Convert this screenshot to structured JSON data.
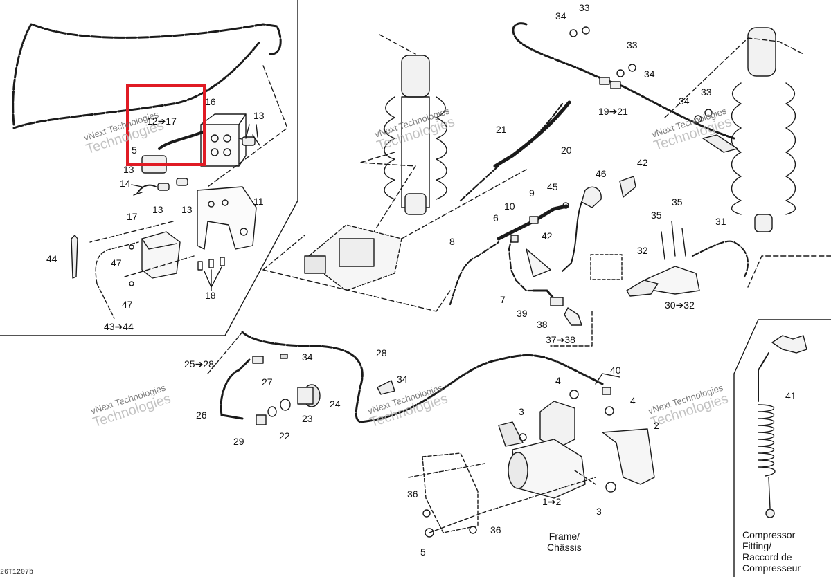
{
  "labels": {
    "l12to17": "12➔17",
    "l16": "16",
    "l5a": "5",
    "l13a": "13",
    "l13b": "13",
    "l13c": "13",
    "l13d": "13",
    "l14": "14",
    "l17": "17",
    "l11": "11",
    "l44": "44",
    "l47a": "47",
    "l47b": "47",
    "l18": "18",
    "l43to44": "43➔44",
    "l34a": "34",
    "l33a": "33",
    "l33b": "33",
    "l34b": "34",
    "l34c": "34",
    "l33c": "33",
    "l19to21": "19➔21",
    "l21": "21",
    "l20": "20",
    "l46": "46",
    "l42a": "42",
    "l9": "9",
    "l45": "45",
    "l10": "10",
    "l6": "6",
    "l8": "8",
    "l42b": "42",
    "l35a": "35",
    "l35b": "35",
    "l31": "31",
    "l32": "32",
    "l30to32": "30➔32",
    "l7": "7",
    "l39": "39",
    "l38": "38",
    "l37to38": "37➔38",
    "l25to28": "25➔28",
    "l34d": "34",
    "l28": "28",
    "l27": "27",
    "l24": "24",
    "l26": "26",
    "l23": "23",
    "l22": "22",
    "l29": "29",
    "l34e": "34",
    "l4a": "4",
    "l40": "40",
    "l3a": "3",
    "l4b": "4",
    "l2": "2",
    "l41": "41",
    "l36a": "36",
    "l1to2": "1➔2",
    "l3b": "3",
    "l36b": "36",
    "l5b": "5",
    "frame": "Frame/\nChâssis",
    "compressor": "Compressor\nFitting/\nRaccord de\nCompresseur",
    "corner": "26T1207b"
  },
  "watermark": {
    "line1": "vNext Technologies",
    "line2": "Technologies"
  },
  "colors": {
    "highlight": "#e01b24",
    "line": "#1a1a1a",
    "watermark": "#b9b9b9"
  }
}
